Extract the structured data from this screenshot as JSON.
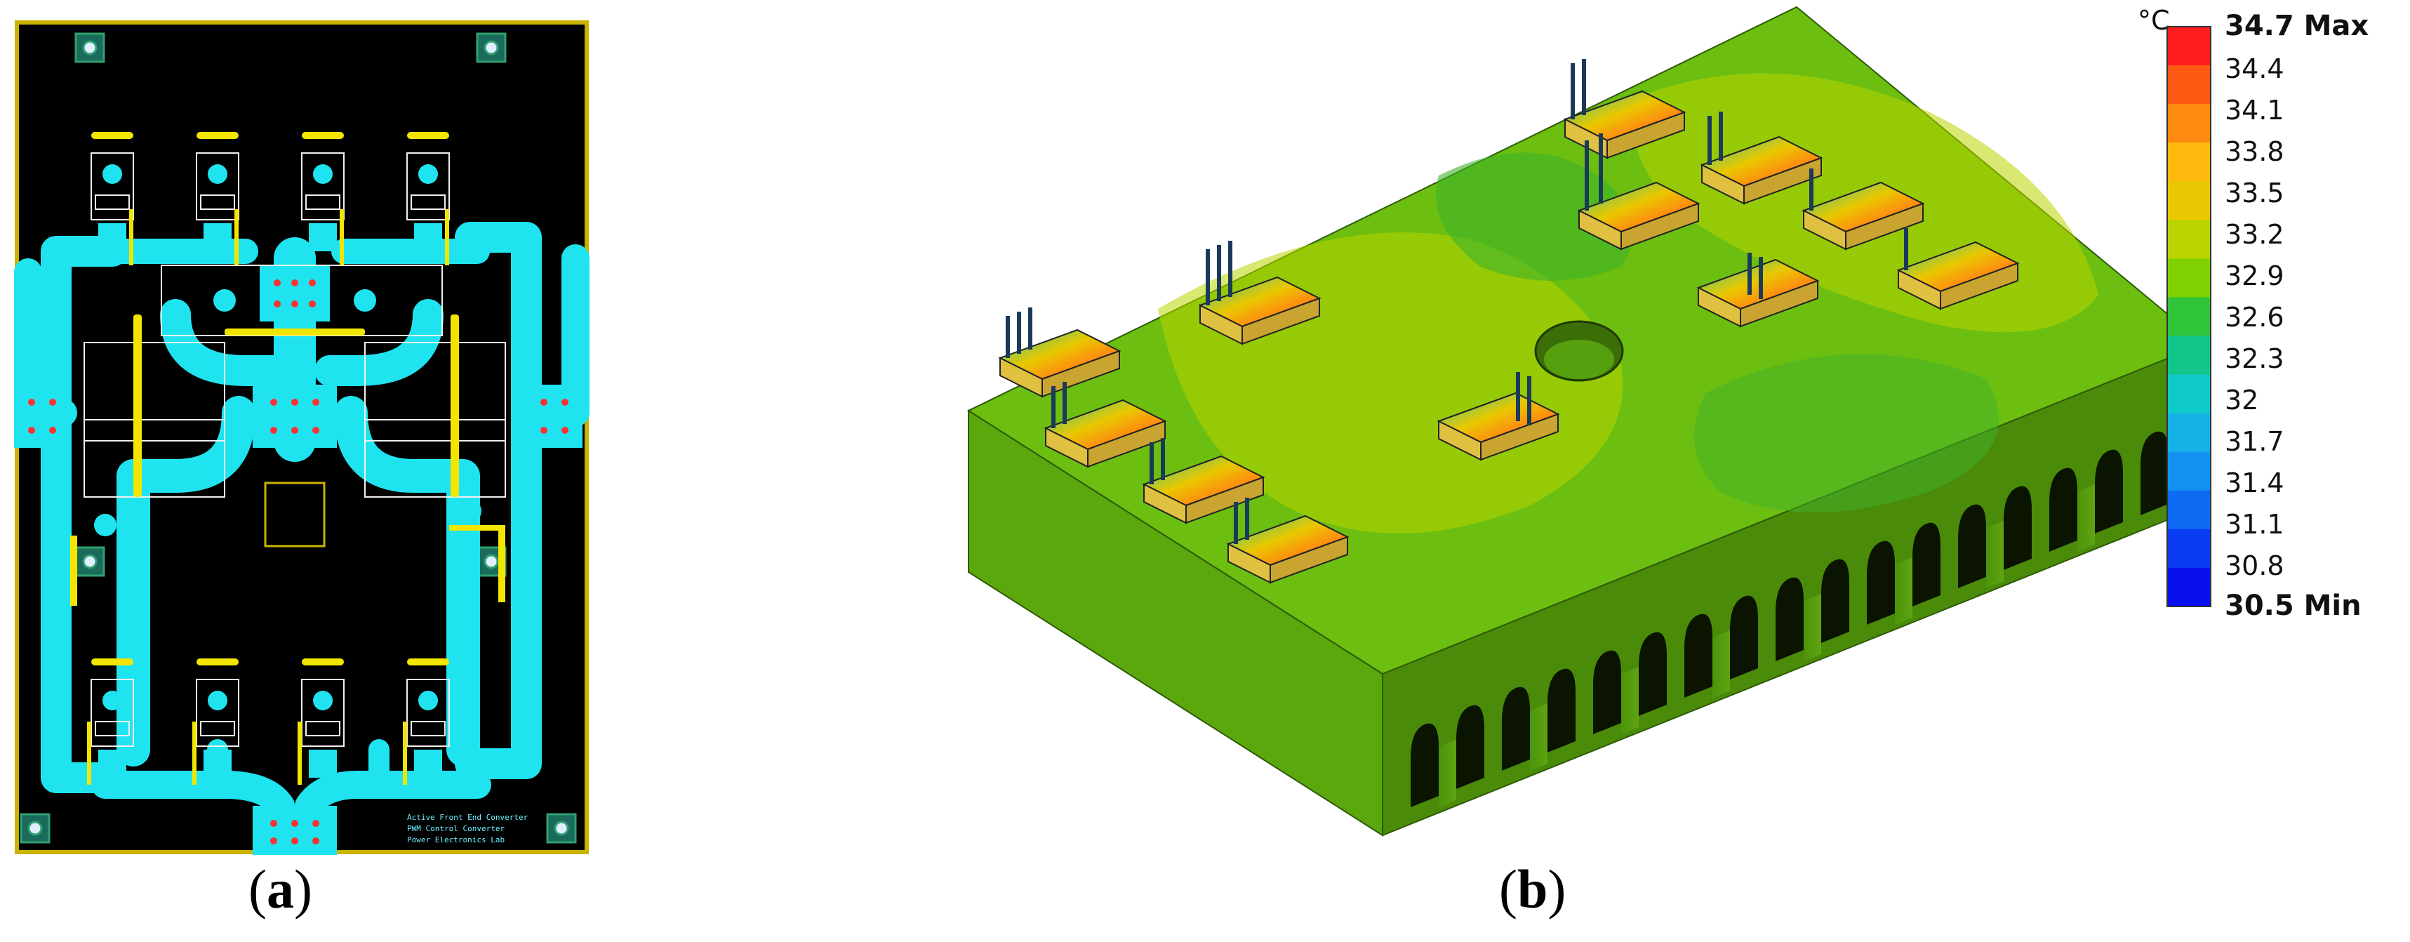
{
  "captions": {
    "a": {
      "open": "(",
      "letter": "a",
      "close": ")"
    },
    "b": {
      "open": "(",
      "letter": "b",
      "close": ")"
    }
  },
  "pcb": {
    "board_color": "#000000",
    "trace_color": "#1fe4f0",
    "silk_color": "#f2e600",
    "outline_color": "#c9b300",
    "board_text": [
      "Active Front End Converter",
      "PWM Control Converter",
      "Power Electronics Lab"
    ]
  },
  "thermal": {
    "unit": "°C",
    "max_label": "34.7 Max",
    "min_label": "30.5 Min",
    "scale_values": [
      "34.4",
      "34.1",
      "33.8",
      "33.5",
      "33.2",
      "32.9",
      "32.6",
      "32.3",
      "32",
      "31.7",
      "31.4",
      "31.1",
      "30.8"
    ],
    "scale_colors": [
      "#ff1d1d",
      "#ff5a14",
      "#ff8a10",
      "#ffb80c",
      "#e8c800",
      "#b9d400",
      "#7fd200",
      "#2fc43a",
      "#12c58a",
      "#10c9c9",
      "#14b2e6",
      "#1392f0",
      "#0e6af2",
      "#0a3cf4",
      "#0910ee"
    ],
    "base_color": "#6cbf10"
  }
}
